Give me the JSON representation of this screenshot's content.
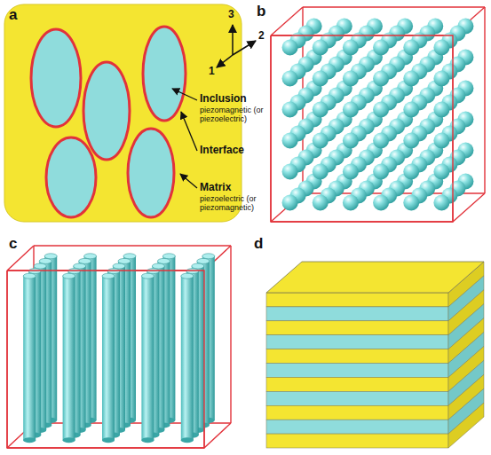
{
  "diagram": {
    "labels": [
      "a",
      "b",
      "c",
      "d",
      "3",
      "2",
      "1",
      "Inclusion",
      "piezomagnetic (or piezoelectric)",
      "Interface",
      "Matrix",
      "piezoelectric (or piezomagnetic)"
    ]
  }
}
